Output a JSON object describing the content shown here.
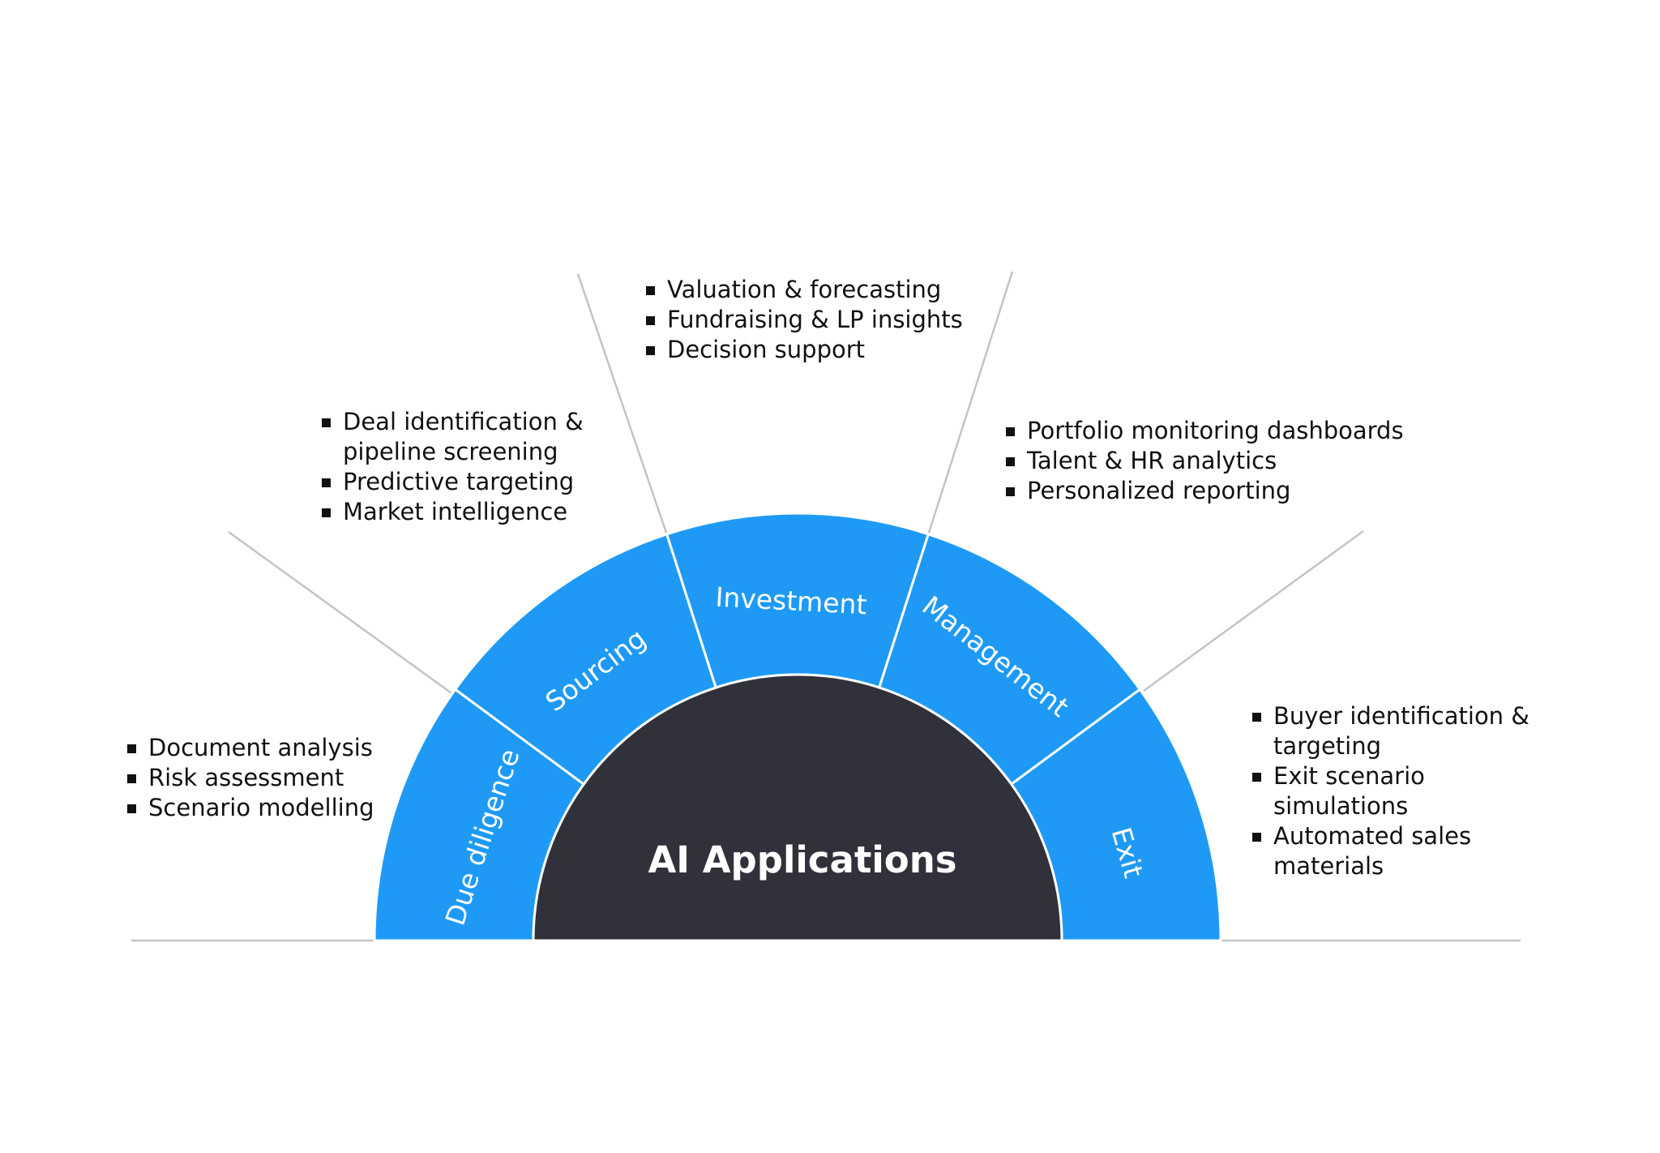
{
  "colors": {
    "segment": "#1e9af6",
    "center": "#30313b",
    "divider": "#ffffff",
    "leader": "#c4c4c4",
    "text": "#111111"
  },
  "center": {
    "title": "AI Applications"
  },
  "segments": [
    {
      "id": "due-diligence",
      "label": "Due diligence",
      "bullets": [
        "Document analysis",
        "Risk assessment",
        "Scenario modelling"
      ]
    },
    {
      "id": "sourcing",
      "label": "Sourcing",
      "bullets": [
        "Deal identification &",
        "pipeline screening",
        "Predictive targeting",
        "Market intelligence"
      ]
    },
    {
      "id": "investment",
      "label": "Investment",
      "bullets": [
        "Valuation & forecasting",
        "Fundraising & LP insights",
        "Decision support"
      ]
    },
    {
      "id": "management",
      "label": "Management",
      "bullets": [
        "Portfolio monitoring dashboards",
        "Talent & HR analytics",
        "Personalized reporting"
      ]
    },
    {
      "id": "exit",
      "label": "Exit",
      "bullets": [
        "Buyer identification &",
        "targeting",
        "Exit scenario",
        "simulations",
        "Automated sales",
        "materials"
      ]
    }
  ]
}
